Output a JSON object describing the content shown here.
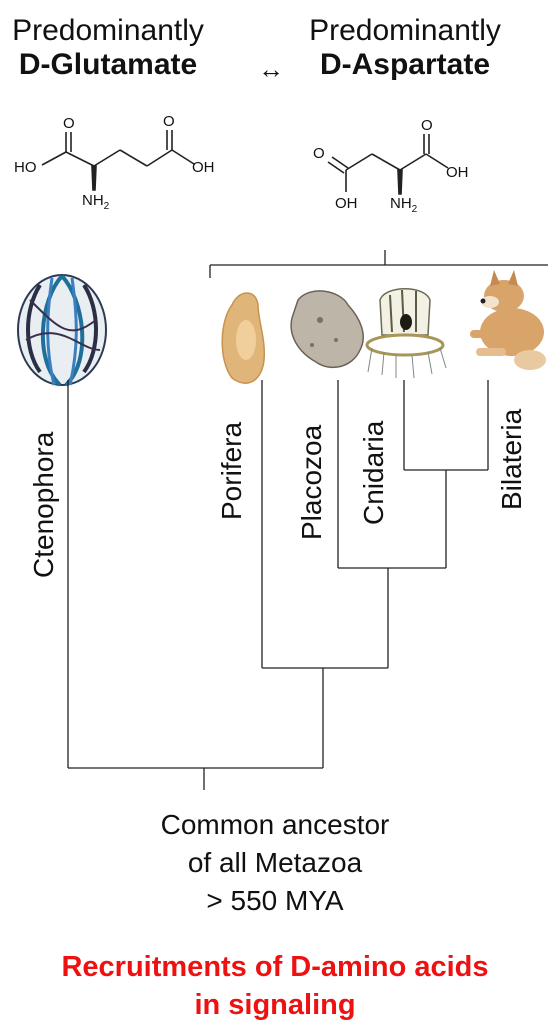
{
  "header": {
    "left_line1": "Predominantly",
    "left_line2": "D-Glutamate",
    "right_line1": "Predominantly",
    "right_line2": "D-Aspartate",
    "arrow": "↔"
  },
  "molecules": {
    "glutamate": {
      "o1": "O",
      "o2": "O",
      "ho": "HO",
      "oh": "OH",
      "nh": "NH",
      "sub": "2"
    },
    "aspartate": {
      "o1": "O",
      "o2": "O",
      "oh_left": "OH",
      "oh_right": "OH",
      "nh": "NH",
      "sub": "2"
    }
  },
  "taxa": [
    "Ctenophora",
    "Porifera",
    "Placozoa",
    "Cnidaria",
    "Bilateria"
  ],
  "ancestor": {
    "line1": "Common ancestor",
    "line2": "of all Metazoa",
    "line3": "> 550 MYA"
  },
  "recruitment": {
    "line1": "Recruitments of D-amino acids",
    "line2": "in signaling",
    "color": "#ee1111"
  },
  "colors": {
    "line": "#222222",
    "text": "#111111"
  }
}
